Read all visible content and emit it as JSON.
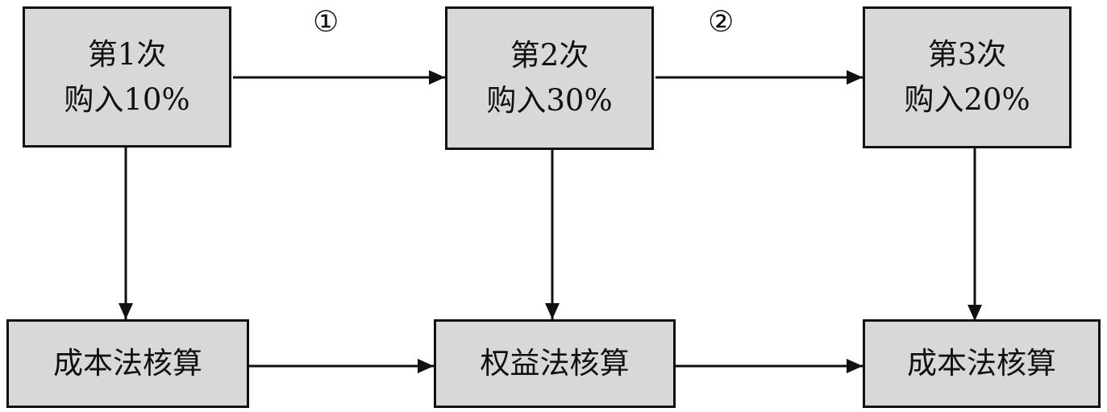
{
  "purchases": [
    {
      "line1": "第1次",
      "line2": "购入10%"
    },
    {
      "line1": "第2次",
      "line2": "购入30%"
    },
    {
      "line1": "第3次",
      "line2": "购入20%"
    }
  ],
  "methods": [
    "成本法核算",
    "权益法核算",
    "成本法核算"
  ],
  "steps": [
    "①",
    "②"
  ],
  "colors": {
    "box_fill": "#d8d8d8",
    "line": "#111111"
  }
}
